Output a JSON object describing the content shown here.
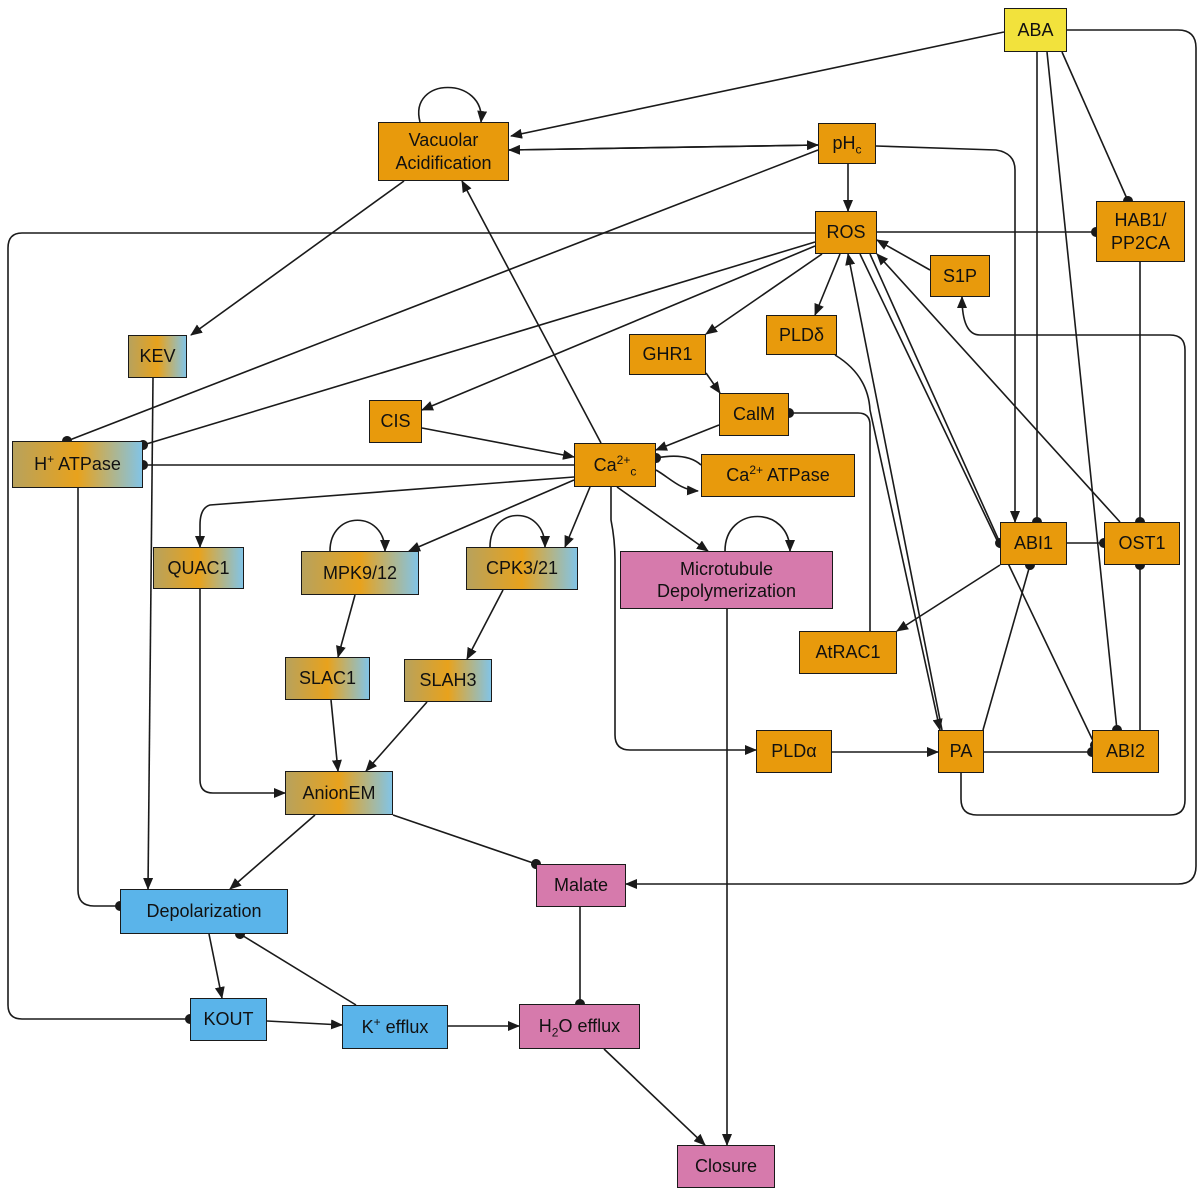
{
  "nodes": {
    "aba": {
      "text": "ABA",
      "color": "yellow"
    },
    "vac": {
      "line1": "Vacuolar",
      "line2": "Acidification",
      "color": "orange"
    },
    "phc": {
      "text": "pH",
      "sub": "c",
      "color": "orange"
    },
    "ros": {
      "text": "ROS",
      "color": "orange"
    },
    "hab1": {
      "line1": "HAB1/",
      "line2": "PP2CA",
      "color": "orange"
    },
    "s1p": {
      "text": "S1P",
      "color": "orange"
    },
    "pldd": {
      "text": "PLDδ",
      "color": "orange"
    },
    "ghr1": {
      "text": "GHR1",
      "color": "orange"
    },
    "calm": {
      "text": "CalM",
      "color": "orange"
    },
    "kev": {
      "text": "KEV",
      "color": "gradient"
    },
    "cis": {
      "text": "CIS",
      "color": "orange"
    },
    "hatp": {
      "sup": "+",
      "text_before": "H",
      "text_after": " ATPase",
      "color": "gradient"
    },
    "ca": {
      "text": "Ca",
      "sup": "2+",
      "sub": "c",
      "color": "orange"
    },
    "caatp": {
      "text_before": "Ca",
      "sup": "2+",
      "text_after": " ATPase",
      "color": "orange"
    },
    "quac1": {
      "text": "QUAC1",
      "color": "gradient"
    },
    "mpk": {
      "text": "MPK9/12",
      "color": "gradient"
    },
    "cpk": {
      "text": "CPK3/21",
      "color": "gradient"
    },
    "micro": {
      "line1": "Microtubule",
      "line2": "Depolymerization",
      "color": "pink"
    },
    "abi1": {
      "text": "ABI1",
      "color": "orange"
    },
    "ost1": {
      "text": "OST1",
      "color": "orange"
    },
    "atrac1": {
      "text": "AtRAC1",
      "color": "orange"
    },
    "slac1": {
      "text": "SLAC1",
      "color": "gradient"
    },
    "slah3": {
      "text": "SLAH3",
      "color": "gradient"
    },
    "plda": {
      "text": "PLDα",
      "color": "orange"
    },
    "pa": {
      "text": "PA",
      "color": "orange"
    },
    "abi2": {
      "text": "ABI2",
      "color": "orange"
    },
    "anion": {
      "text": "AnionEM",
      "color": "gradient"
    },
    "malate": {
      "text": "Malate",
      "color": "pink"
    },
    "depol": {
      "text": "Depolarization",
      "color": "blue"
    },
    "kout": {
      "text": "KOUT",
      "color": "blue"
    },
    "keff": {
      "text_before": "K",
      "sup": "+",
      "text_after": " efflux",
      "color": "blue"
    },
    "h2o": {
      "text_before": "H",
      "sub": "2",
      "text_after": "O efflux",
      "color": "pink"
    },
    "closure": {
      "text": "Closure",
      "color": "pink"
    }
  },
  "colors": {
    "orange": "#e89a0c",
    "yellow": "#f2e23c",
    "blue": "#5ab4ea",
    "pink": "#d67aac",
    "edge": "#1a1a1a"
  },
  "edges": [
    {
      "from": "aba",
      "to": "vac",
      "type": "activation"
    },
    {
      "from": "aba",
      "to": "abi1",
      "type": "inhibition"
    },
    {
      "from": "aba",
      "to": "hab1",
      "type": "inhibition"
    },
    {
      "from": "aba",
      "to": "abi2",
      "type": "inhibition"
    },
    {
      "from": "aba",
      "to": "ost1",
      "type": "activation"
    },
    {
      "from": "vac",
      "to": "vac",
      "type": "activation"
    },
    {
      "from": "vac",
      "to": "phc",
      "type": "activation"
    },
    {
      "from": "vac",
      "to": "kev",
      "type": "activation"
    },
    {
      "from": "phc",
      "to": "vac",
      "type": "activation"
    },
    {
      "from": "phc",
      "to": "ros",
      "type": "activation"
    },
    {
      "from": "phc",
      "to": "abi1",
      "type": "activation"
    },
    {
      "from": "phc",
      "to": "hatp",
      "type": "inhibition"
    },
    {
      "from": "ros",
      "to": "hab1",
      "type": "inhibition"
    },
    {
      "from": "ros",
      "to": "kout",
      "type": "inhibition"
    },
    {
      "from": "ros",
      "to": "hatp",
      "type": "inhibition"
    },
    {
      "from": "ros",
      "to": "cis",
      "type": "activation"
    },
    {
      "from": "ros",
      "to": "ghr1",
      "type": "activation"
    },
    {
      "from": "ros",
      "to": "pldd",
      "type": "activation"
    },
    {
      "from": "ros",
      "to": "abi1",
      "type": "inhibition"
    },
    {
      "from": "ros",
      "to": "abi2",
      "type": "inhibition"
    },
    {
      "from": "s1p",
      "to": "ros",
      "type": "activation"
    },
    {
      "from": "pa",
      "to": "s1p",
      "type": "activation"
    },
    {
      "from": "ost1",
      "to": "ros",
      "type": "activation"
    },
    {
      "from": "pa",
      "to": "ros",
      "type": "activation"
    },
    {
      "from": "pldd",
      "to": "pa",
      "type": "activation"
    },
    {
      "from": "ghr1",
      "to": "calm",
      "type": "activation"
    },
    {
      "from": "calm",
      "to": "ca",
      "type": "activation"
    },
    {
      "from": "atrac1",
      "to": "calm",
      "type": "inhibition"
    },
    {
      "from": "cis",
      "to": "ca",
      "type": "activation"
    },
    {
      "from": "ca",
      "to": "hatp",
      "type": "inhibition"
    },
    {
      "from": "ca",
      "to": "vac",
      "type": "activation"
    },
    {
      "from": "ca",
      "to": "caatp",
      "type": "activation"
    },
    {
      "from": "caatp",
      "to": "ca",
      "type": "inhibition"
    },
    {
      "from": "ca",
      "to": "quac1",
      "type": "activation"
    },
    {
      "from": "ca",
      "to": "mpk",
      "type": "activation"
    },
    {
      "from": "ca",
      "to": "cpk",
      "type": "activation"
    },
    {
      "from": "ca",
      "to": "micro",
      "type": "activation"
    },
    {
      "from": "ca",
      "to": "plda",
      "type": "activation"
    },
    {
      "from": "mpk",
      "to": "mpk",
      "type": "activation"
    },
    {
      "from": "cpk",
      "to": "cpk",
      "type": "activation"
    },
    {
      "from": "micro",
      "to": "micro",
      "type": "activation"
    },
    {
      "from": "micro",
      "to": "closure",
      "type": "activation"
    },
    {
      "from": "mpk",
      "to": "slac1",
      "type": "activation"
    },
    {
      "from": "cpk",
      "to": "slah3",
      "type": "activation"
    },
    {
      "from": "slac1",
      "to": "anion",
      "type": "activation"
    },
    {
      "from": "slah3",
      "to": "anion",
      "type": "activation"
    },
    {
      "from": "quac1",
      "to": "anion",
      "type": "activation"
    },
    {
      "from": "abi1",
      "to": "ost1",
      "type": "inhibition"
    },
    {
      "from": "abi1",
      "to": "atrac1",
      "type": "activation"
    },
    {
      "from": "hab1",
      "to": "ost1",
      "type": "inhibition"
    },
    {
      "from": "abi2",
      "to": "ost1",
      "type": "inhibition"
    },
    {
      "from": "pa",
      "to": "abi1",
      "type": "inhibition"
    },
    {
      "from": "pa",
      "to": "abi2",
      "type": "inhibition"
    },
    {
      "from": "plda",
      "to": "pa",
      "type": "activation"
    },
    {
      "from": "anion",
      "to": "depol",
      "type": "activation"
    },
    {
      "from": "anion",
      "to": "malate",
      "type": "inhibition"
    },
    {
      "from": "ost1",
      "to": "malate",
      "type": "inhibition"
    },
    {
      "from": "malate",
      "to": "h2o",
      "type": "inhibition"
    },
    {
      "from": "kev",
      "to": "depol",
      "type": "activation"
    },
    {
      "from": "hatp",
      "to": "depol",
      "type": "inhibition"
    },
    {
      "from": "depol",
      "to": "kout",
      "type": "activation"
    },
    {
      "from": "keff",
      "to": "depol",
      "type": "inhibition"
    },
    {
      "from": "kout",
      "to": "keff",
      "type": "activation"
    },
    {
      "from": "keff",
      "to": "h2o",
      "type": "activation"
    },
    {
      "from": "h2o",
      "to": "closure",
      "type": "activation"
    }
  ]
}
